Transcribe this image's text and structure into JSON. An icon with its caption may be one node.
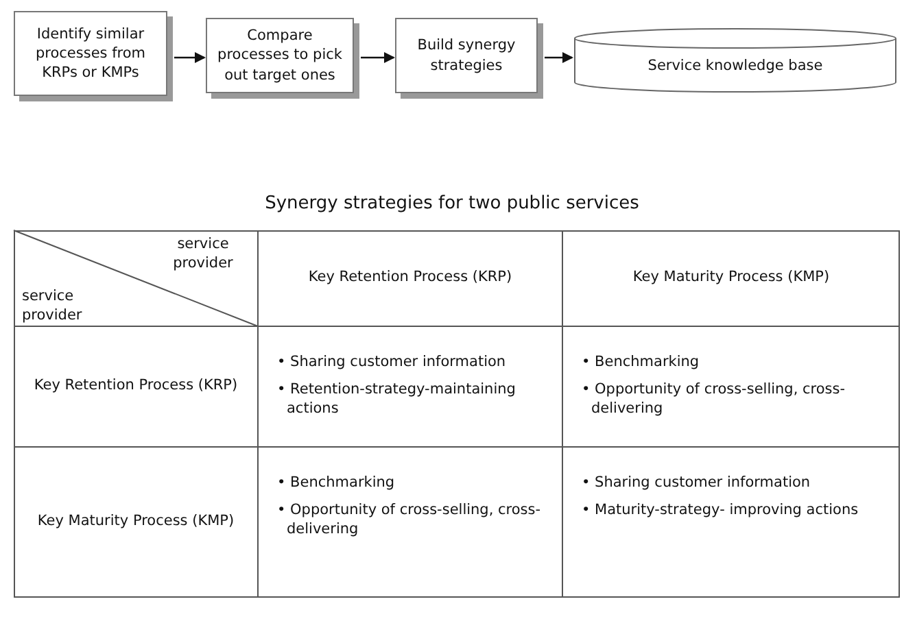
{
  "diagram": {
    "nodes": [
      {
        "text": [
          "Identify similar processes from KRPs or KMPs"
        ]
      },
      {
        "text": [
          "Compare processes to pick out target ones"
        ]
      },
      {
        "text": [
          "Build synergy strategies"
        ]
      },
      {
        "text": [
          "Service knowledge base"
        ]
      }
    ],
    "edges": [
      {
        "from": 0,
        "to": 1,
        "arrow": "to"
      },
      {
        "from": 1,
        "to": 2,
        "arrow": "to"
      },
      {
        "from": 2,
        "to": 3,
        "arrow": "to"
      }
    ],
    "labels": [
      "Synergy strategies for two public services",
      "service provider",
      "service provider",
      "Key Retention Process (KRP)",
      "Key Maturity Process (KMP)",
      "Key Retention Process (KRP)",
      "• Sharing customer information",
      "• Retention-strategy-maintaining actions",
      "• Benchmarking",
      "• Opportunity of cross-selling, cross-delivering",
      "Key Maturity Process (KMP)",
      "• Benchmarking",
      "• Opportunity of cross-selling, cross-delivering",
      "• Sharing customer information",
      "• Maturity-strategy- improving actions"
    ]
  }
}
